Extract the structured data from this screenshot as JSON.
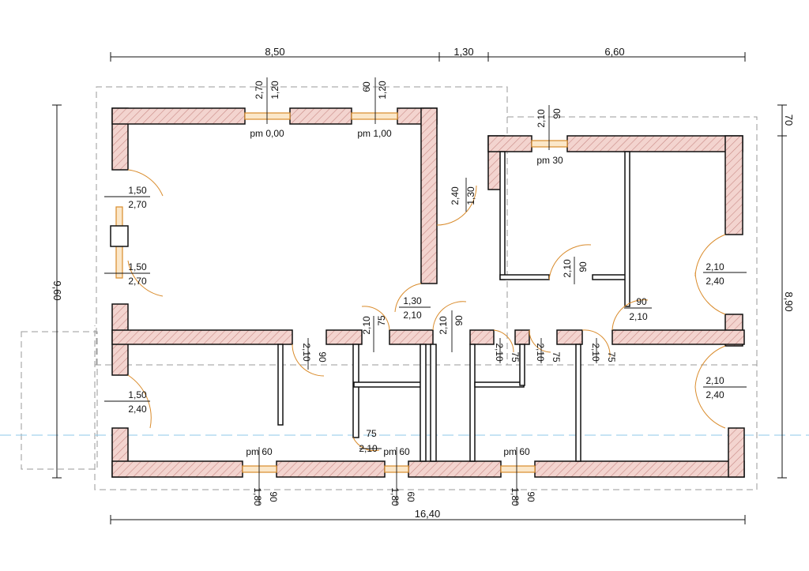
{
  "colors": {
    "wall_fill": "#f3d4cf",
    "hatch": "#c98a86",
    "wall_line": "#111111",
    "opening": "#d98b2b",
    "axis": "#8ec8e8",
    "guide": "#9a9a9a"
  },
  "top_dimensions": {
    "left": "8,50",
    "middle": "1,30",
    "right": "6,60"
  },
  "bottom_dimension": "16,40",
  "left_dimension": "9,60",
  "right_dimensions": {
    "top": "70",
    "main": "8,90"
  },
  "windows": {
    "w1": {
      "width": "1,20",
      "height": "2,70",
      "sill": "pm 0,00"
    },
    "w2": {
      "width": "1,20",
      "height": "60",
      "sill": "pm 1,00"
    },
    "w3": {
      "width": "90",
      "height": "2,10",
      "sill": "pm 30"
    },
    "w4": {
      "width": "90",
      "height": "1,80",
      "sill": "pm 60"
    },
    "w5": {
      "width": "60",
      "height": "1,80",
      "sill": "pm 60"
    },
    "w6": {
      "width": "90",
      "height": "1,80",
      "sill": "pm 60"
    }
  },
  "doors": {
    "left1": {
      "width": "1,50",
      "height": "2,70"
    },
    "left2": {
      "width": "1,50",
      "height": "2,70"
    },
    "left3": {
      "width": "1,50",
      "height": "2,40"
    },
    "right1": {
      "width": "2,10",
      "height": "2,40"
    },
    "right2": {
      "width": "2,10",
      "height": "2,40"
    },
    "link": {
      "width": "1,30",
      "height": "2,40"
    },
    "entry": {
      "width": "1,30",
      "height": "2,10"
    },
    "bedroom": {
      "width": "90",
      "height": "2,10"
    },
    "inner1": {
      "width": "90",
      "height": "2,10"
    },
    "d75a": {
      "width": "75",
      "height": "2,10"
    },
    "d90b": {
      "width": "90",
      "height": "2,10"
    },
    "d75b": {
      "width": "75",
      "height": "2,10"
    },
    "d75c": {
      "width": "75",
      "height": "2,10"
    },
    "d75d": {
      "width": "75",
      "height": "2,10"
    },
    "d90c": {
      "width": "90",
      "height": "2,10"
    },
    "bath": {
      "width": "75",
      "height": "2,10"
    }
  }
}
